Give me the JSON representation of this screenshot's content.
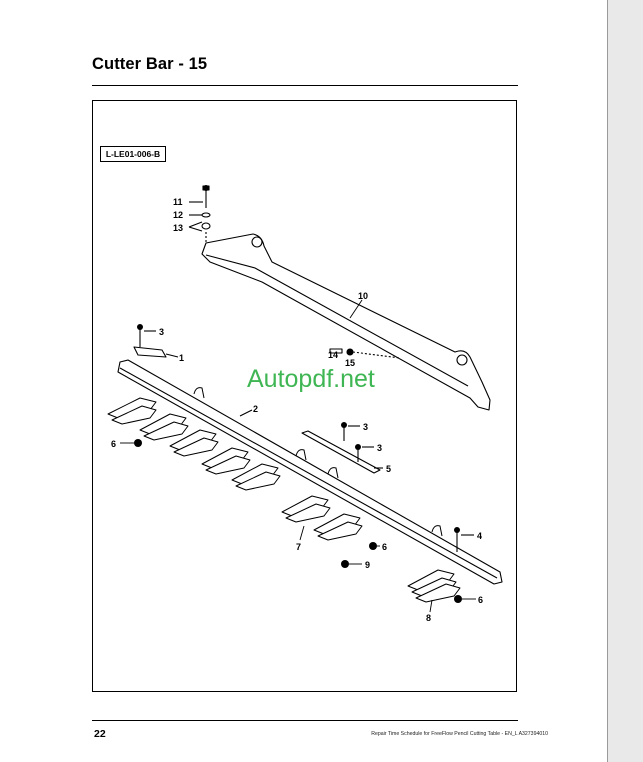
{
  "header": {
    "title": "Cutter Bar - 15"
  },
  "figure": {
    "code": "L-LE01-006-B",
    "callouts": {
      "c1": "1",
      "c2": "2",
      "c3a": "3",
      "c3b": "3",
      "c3c": "3",
      "c4": "4",
      "c5": "5",
      "c6a": "6",
      "c6b": "6",
      "c6c": "6",
      "c7": "7",
      "c8": "8",
      "c9": "9",
      "c10": "10",
      "c11": "11",
      "c12": "12",
      "c13": "13",
      "c14": "14",
      "c15": "15"
    }
  },
  "watermark": "Autopdf.net",
  "footer": {
    "page_number": "22",
    "doc_title": "Repair Time Schedule for FreeFlow Pencil Cutting Table - EN_L A327394010"
  }
}
